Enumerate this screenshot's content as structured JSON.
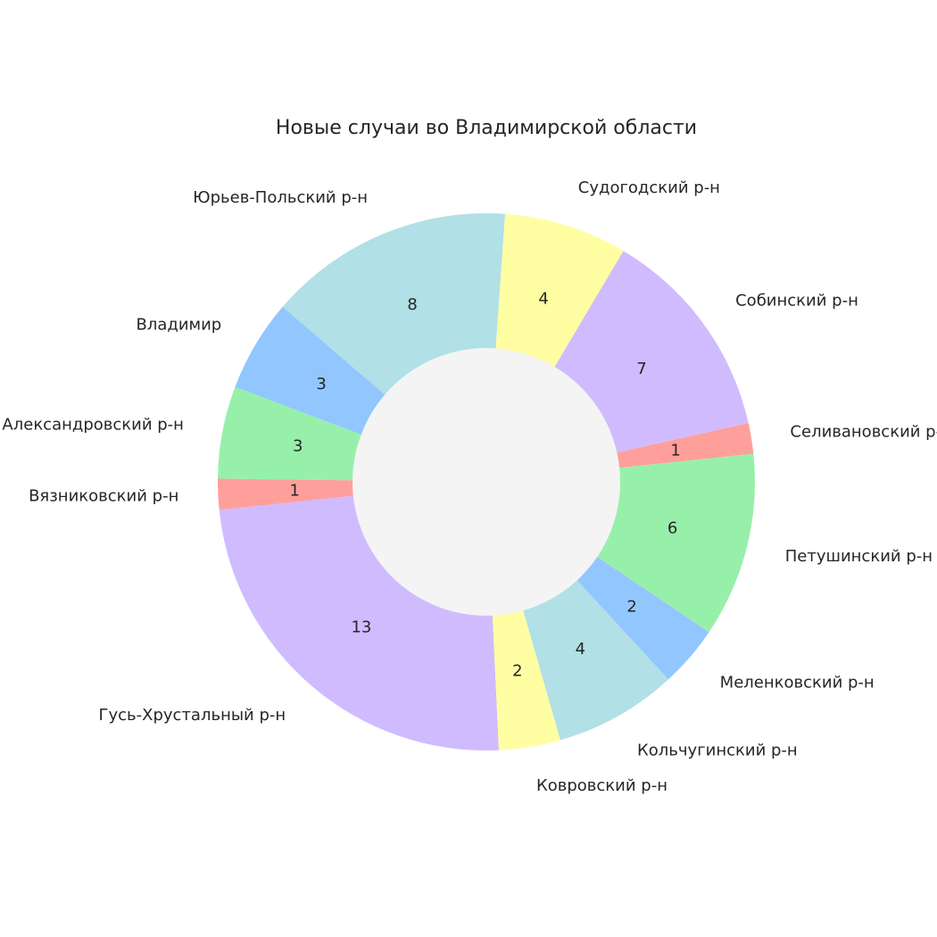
{
  "chart_data": {
    "type": "pie",
    "title": "Новые случаи во Владимирской области",
    "categories": [
      "Селивановский р-н",
      "Собинский р-н",
      "Судогодский р-н",
      "Юрьев-Польский р-н",
      "Владимир",
      "Александровский р-н",
      "Вязниковский р-н",
      "Гусь-Хрустальный р-н",
      "Ковровский р-н",
      "Кольчугинский р-н",
      "Меленковский р-н",
      "Петушинский р-н"
    ],
    "values": [
      1,
      7,
      4,
      8,
      3,
      3,
      1,
      13,
      2,
      4,
      2,
      6
    ],
    "colors": [
      "#ff9f9b",
      "#d0bbff",
      "#fffea3",
      "#b1e0e6",
      "#92c6ff",
      "#97f0aa",
      "#ff9f9b",
      "#d0bbff",
      "#fffea3",
      "#b1e0e6",
      "#92c6ff",
      "#97f0aa"
    ],
    "donut": true,
    "center_color": "#f4f4f4",
    "start_angle_deg": 6,
    "direction": "counterclockwise"
  }
}
